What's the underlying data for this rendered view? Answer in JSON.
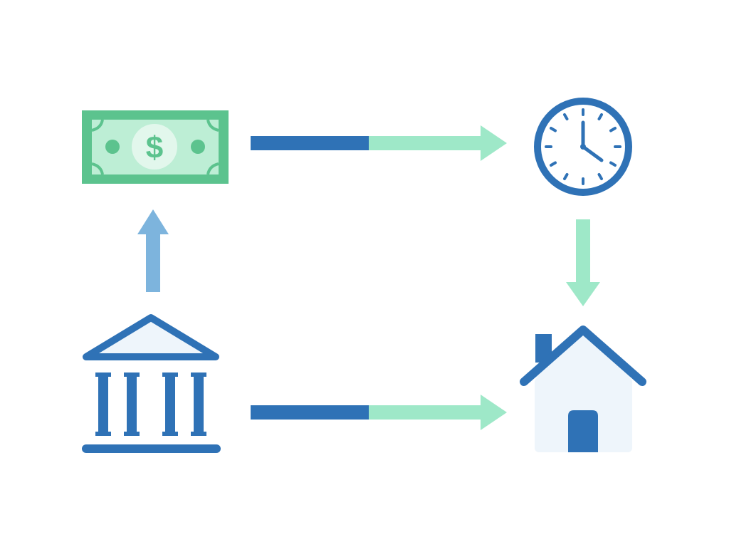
{
  "diagram": {
    "nodes": [
      {
        "id": "money",
        "icon": "dollar-bill-icon",
        "symbol": "$"
      },
      {
        "id": "time",
        "icon": "clock-icon"
      },
      {
        "id": "bank",
        "icon": "bank-icon"
      },
      {
        "id": "home",
        "icon": "house-icon"
      }
    ],
    "edges": [
      {
        "from": "money",
        "to": "time",
        "style": "blue-to-mint"
      },
      {
        "from": "bank",
        "to": "money",
        "style": "light-blue"
      },
      {
        "from": "time",
        "to": "home",
        "style": "mint"
      },
      {
        "from": "bank",
        "to": "home",
        "style": "blue-to-mint"
      }
    ]
  },
  "colors": {
    "navy_blue": "#2f72b6",
    "light_blue": "#7db4dd",
    "mint": "#9ee8c8",
    "bill_green": "#5cc38e",
    "bill_inner": "#bdeed5",
    "pale_fill": "#eef5fb",
    "background": "#ffffff"
  }
}
